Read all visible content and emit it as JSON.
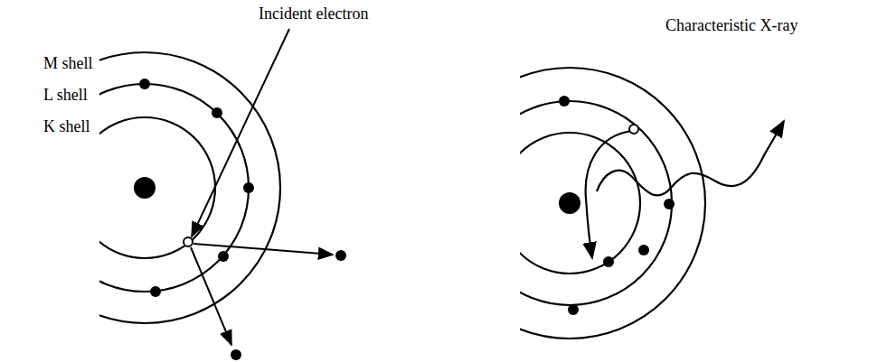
{
  "diagram": {
    "labels": [
      "M shell",
      "L shell",
      "K shell",
      "Incident electron",
      "Characteristic X-ray"
    ]
  }
}
